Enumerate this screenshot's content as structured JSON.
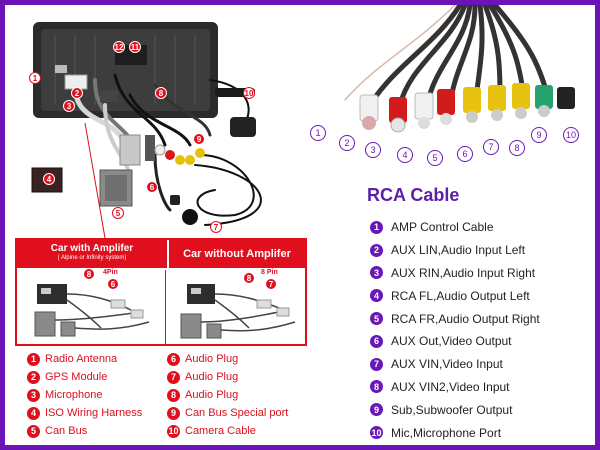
{
  "colors": {
    "frame": "#6a14b8",
    "accent_red": "#e00f1e",
    "accent_purple": "#6a17b8"
  },
  "photo_callouts": [
    "1",
    "2",
    "3",
    "4",
    "5",
    "6",
    "7",
    "8",
    "9",
    "10",
    "11",
    "12"
  ],
  "rca_plug_numbers": [
    "1",
    "2",
    "3",
    "4",
    "5",
    "6",
    "7",
    "8",
    "9",
    "10"
  ],
  "rca_title": "RCA Cable",
  "rca_items": [
    {
      "num": "1",
      "label": "AMP Control Cable"
    },
    {
      "num": "2",
      "label": "AUX LIN,Audio Input Left"
    },
    {
      "num": "3",
      "label": "AUX RIN,Audio Input Right"
    },
    {
      "num": "4",
      "label": "RCA FL,Audio Output Left"
    },
    {
      "num": "5",
      "label": "RCA FR,Audio Output Right"
    },
    {
      "num": "6",
      "label": "AUX Out,Video Output"
    },
    {
      "num": "7",
      "label": "AUX VIN,Video Input"
    },
    {
      "num": "8",
      "label": "AUX VIN2,Video Input"
    },
    {
      "num": "9",
      "label": "Sub,Subwoofer Output"
    },
    {
      "num": "10",
      "label": "Mic,Microphone Port"
    }
  ],
  "amp_box": {
    "with_title": "Car with Amplifer",
    "with_subtitle": "( Alpine or Infinity system)",
    "without_title": "Car without Amplifer",
    "with_pin": "4Pin",
    "without_pin": "8 Pin",
    "with_nums": [
      "8",
      "6"
    ],
    "without_nums": [
      "8",
      "7"
    ]
  },
  "legend_left": [
    {
      "num": "1",
      "label": "Radio Antenna"
    },
    {
      "num": "2",
      "label": "GPS Module"
    },
    {
      "num": "3",
      "label": "Microphone"
    },
    {
      "num": "4",
      "label": "ISO Wiring Harness"
    },
    {
      "num": "5",
      "label": "Can Bus"
    }
  ],
  "legend_right": [
    {
      "num": "6",
      "label": "Audio Plug"
    },
    {
      "num": "7",
      "label": "Audio Plug"
    },
    {
      "num": "8",
      "label": "Audio Plug"
    },
    {
      "num": "9",
      "label": "Can Bus Special port"
    },
    {
      "num": "10",
      "label": "Camera Cable"
    }
  ]
}
